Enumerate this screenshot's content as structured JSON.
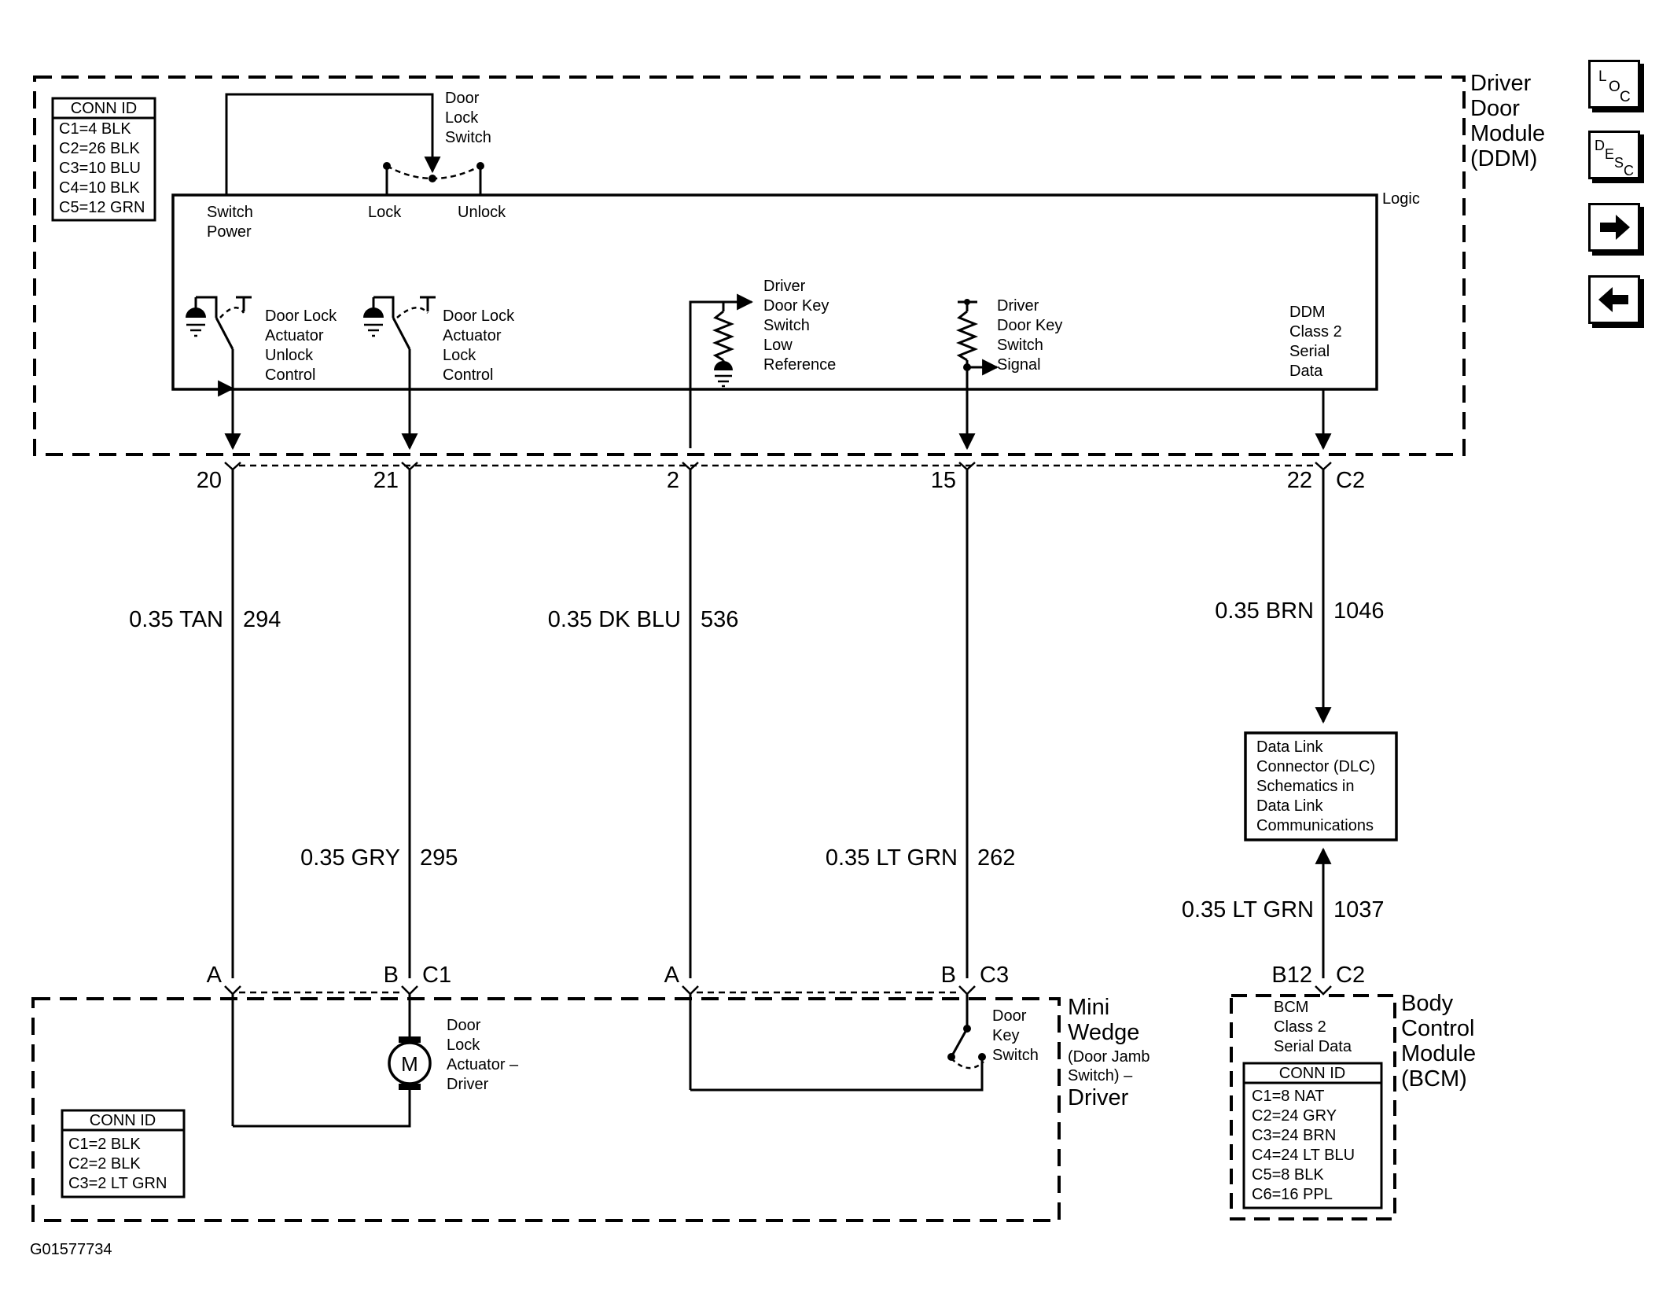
{
  "figure_id": "G01577734",
  "nav": {
    "loc": [
      "L",
      "O",
      "C"
    ],
    "desc": [
      "D",
      "E",
      "S",
      "C"
    ]
  },
  "ddm": {
    "name": [
      "Driver",
      "Door",
      "Module",
      "(DDM)"
    ],
    "conn_title": "CONN ID",
    "conn": [
      "C1=4 BLK",
      "C2=26 BLK",
      "C3=10 BLU",
      "C4=10 BLK",
      "C5=12 GRN"
    ],
    "switch_label": [
      "Door",
      "Lock",
      "Switch"
    ],
    "switch_power": [
      "Switch",
      "Power"
    ],
    "lock": "Lock",
    "unlock": "Unlock",
    "logic": "Logic",
    "unlock_control": [
      "Door Lock",
      "Actuator",
      "Unlock",
      "Control"
    ],
    "lock_control": [
      "Door Lock",
      "Actuator",
      "Lock",
      "Control"
    ],
    "low_ref": [
      "Driver",
      "Door Key",
      "Switch",
      "Low",
      "Reference"
    ],
    "key_signal": [
      "Driver",
      "Door Key",
      "Switch",
      "Signal"
    ],
    "serial": [
      "DDM",
      "Class 2",
      "Serial",
      "Data"
    ]
  },
  "pins_top": {
    "p20": "20",
    "p21": "21",
    "p2": "2",
    "p15": "15",
    "p22": "22",
    "c2": "C2"
  },
  "wires": {
    "w294": {
      "spec": "0.35 TAN",
      "circuit": "294"
    },
    "w295": {
      "spec": "0.35 GRY",
      "circuit": "295"
    },
    "w536": {
      "spec": "0.35 DK BLU",
      "circuit": "536"
    },
    "w262": {
      "spec": "0.35 LT GRN",
      "circuit": "262"
    },
    "w1046": {
      "spec": "0.35 BRN",
      "circuit": "1046"
    },
    "w1037": {
      "spec": "0.35 LT GRN",
      "circuit": "1037"
    }
  },
  "dlc": [
    "Data Link",
    "Connector (DLC)",
    "Schematics in",
    "Data Link",
    "Communications"
  ],
  "pins_bottom": {
    "a1": "A",
    "b1": "B",
    "c1": "C1",
    "a3": "A",
    "b3": "B",
    "c3": "C3",
    "b12": "B12",
    "c2": "C2"
  },
  "mini_wedge": {
    "name": [
      "Mini",
      "Wedge",
      "(Door Jamb",
      "Switch) –",
      "Driver"
    ],
    "actuator": [
      "Door",
      "Lock",
      "Actuator –",
      "Driver"
    ],
    "motor": "M",
    "key_switch": [
      "Door",
      "Key",
      "Switch"
    ],
    "conn_title": "CONN ID",
    "conn": [
      "C1=2 BLK",
      "C2=2 BLK",
      "C3=2 LT GRN"
    ]
  },
  "bcm": {
    "name": [
      "Body",
      "Control",
      "Module",
      "(BCM)"
    ],
    "serial": [
      "BCM",
      "Class 2",
      "Serial Data"
    ],
    "conn_title": "CONN ID",
    "conn": [
      "C1=8 NAT",
      "C2=24 GRY",
      "C3=24 BRN",
      "C4=24 LT BLU",
      "C5=8 BLK",
      "C6=16 PPL"
    ]
  }
}
